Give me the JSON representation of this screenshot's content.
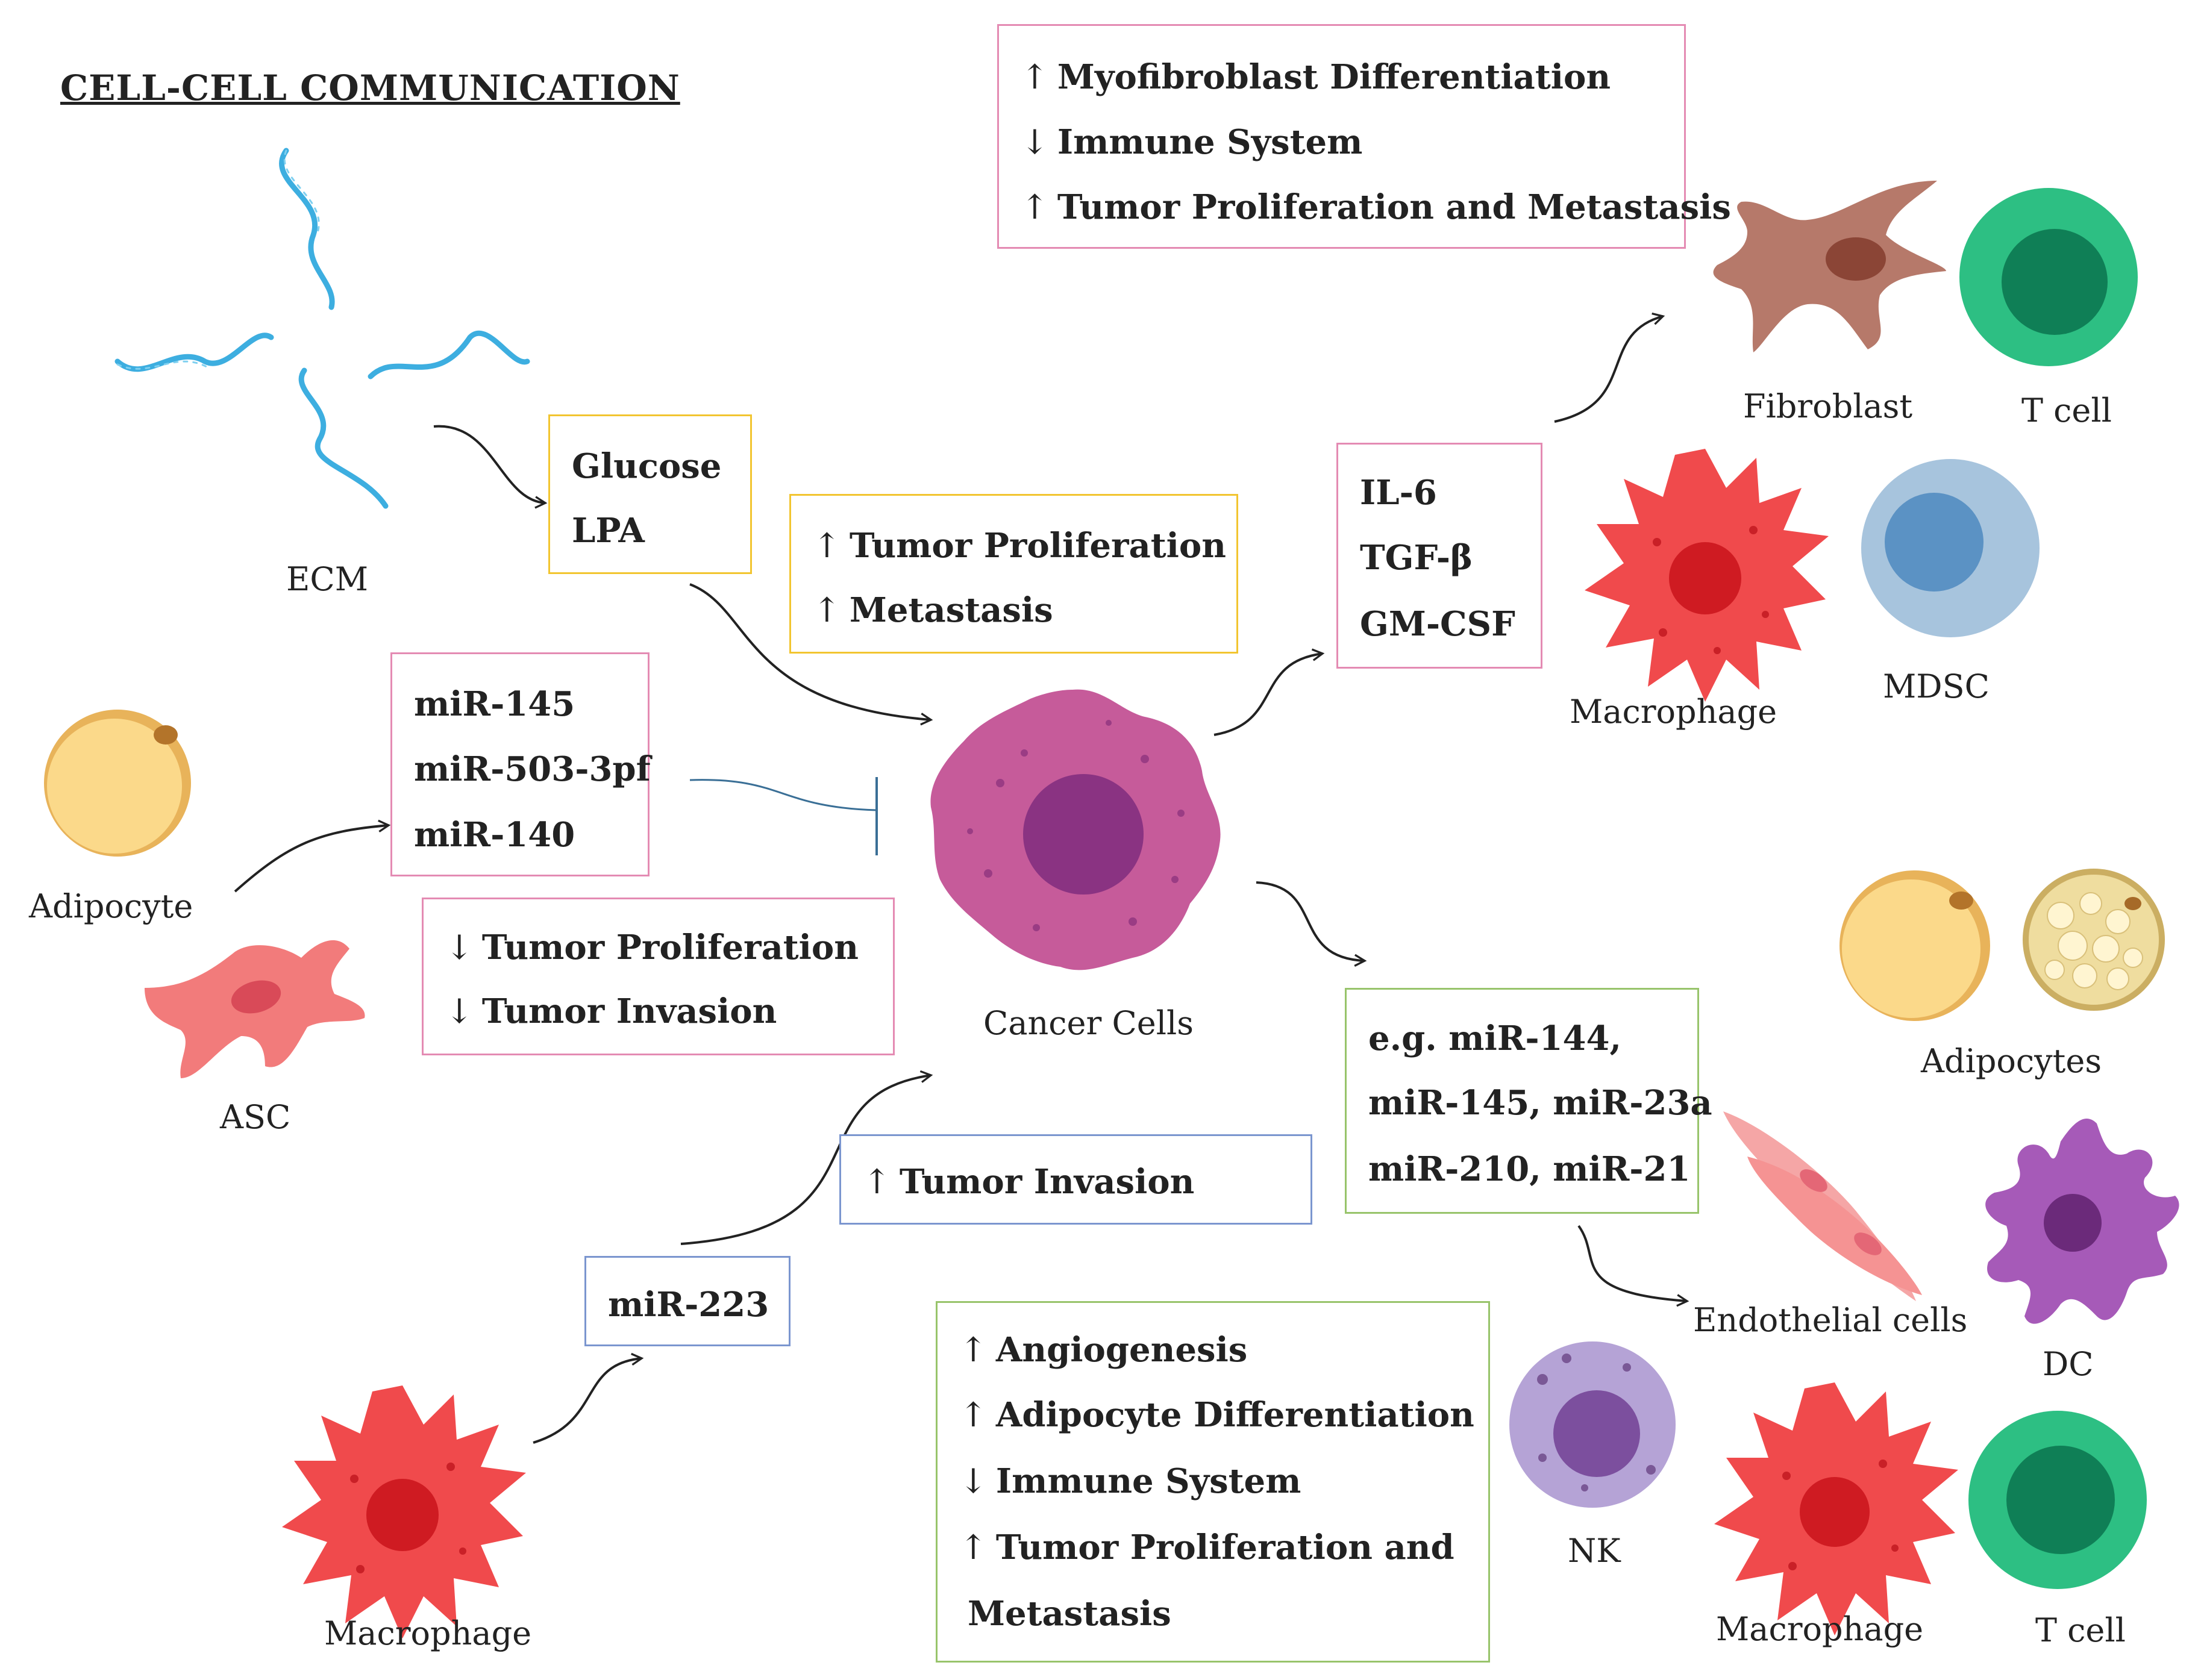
{
  "title": "CELL-CELL COMMUNICATION",
  "colors": {
    "box_pink": "#e48bb3",
    "box_yellow": "#f2c530",
    "box_blue": "#7b96cf",
    "box_green": "#98c46b",
    "cancer": "#c65b9a",
    "macrophage": "#f04a4c",
    "tcell": "#2dbf83",
    "ecm": "#3daee0"
  },
  "boxes": {
    "top_effects": [
      {
        "arrow": "↑",
        "text": "Myofibroblast Differentiation"
      },
      {
        "arrow": "↓",
        "text": "Immune System"
      },
      {
        "arrow": "↑",
        "text": "Tumor Proliferation and Metastasis"
      }
    ],
    "ecm_signals": [
      "Glucose",
      "LPA"
    ],
    "ecm_effects": [
      {
        "arrow": "↑",
        "text": "Tumor Proliferation"
      },
      {
        "arrow": "↑",
        "text": "Metastasis"
      }
    ],
    "cytokines": [
      "IL-6",
      "TGF-β",
      "GM-CSF"
    ],
    "adipocyte_mirnas": [
      "miR-145",
      "miR-503-3pf",
      "miR-140"
    ],
    "adipocyte_effects": [
      {
        "arrow": "↓",
        "text": "Tumor Proliferation"
      },
      {
        "arrow": "↓",
        "text": "Tumor Invasion"
      }
    ],
    "exosome_mirnas": [
      "e.g. miR-144,",
      "miR-145, miR-23a",
      "miR-210, miR-21"
    ],
    "macrophage_effect": {
      "arrow": "↑",
      "text": "Tumor Invasion"
    },
    "macrophage_mirna": "miR-223",
    "bottom_effects": [
      {
        "arrow": "↑",
        "text": "Angiogenesis"
      },
      {
        "arrow": "↑",
        "text": "Adipocyte Differentiation"
      },
      {
        "arrow": "↓",
        "text": "Immune System"
      },
      {
        "arrow": "↑",
        "text": "Tumor Proliferation and"
      },
      {
        "arrow": "",
        "text": "Metastasis"
      }
    ]
  },
  "labels": {
    "ecm": "ECM",
    "adipocyte": "Adipocyte",
    "asc": "ASC",
    "cancer": "Cancer  Cells",
    "fibroblast": "Fibroblast",
    "tcell_top": "T  cell",
    "macrophage_top": "Macrophage",
    "mdsc": "MDSC",
    "adipocytes": "Adipocytes",
    "endothelial": "Endothelial   cells",
    "dc": "DC",
    "nk": "NK",
    "macrophage_bottom_left": "Macrophage",
    "macrophage_bottom_right": "Macrophage",
    "tcell_bottom": "T  cell"
  }
}
